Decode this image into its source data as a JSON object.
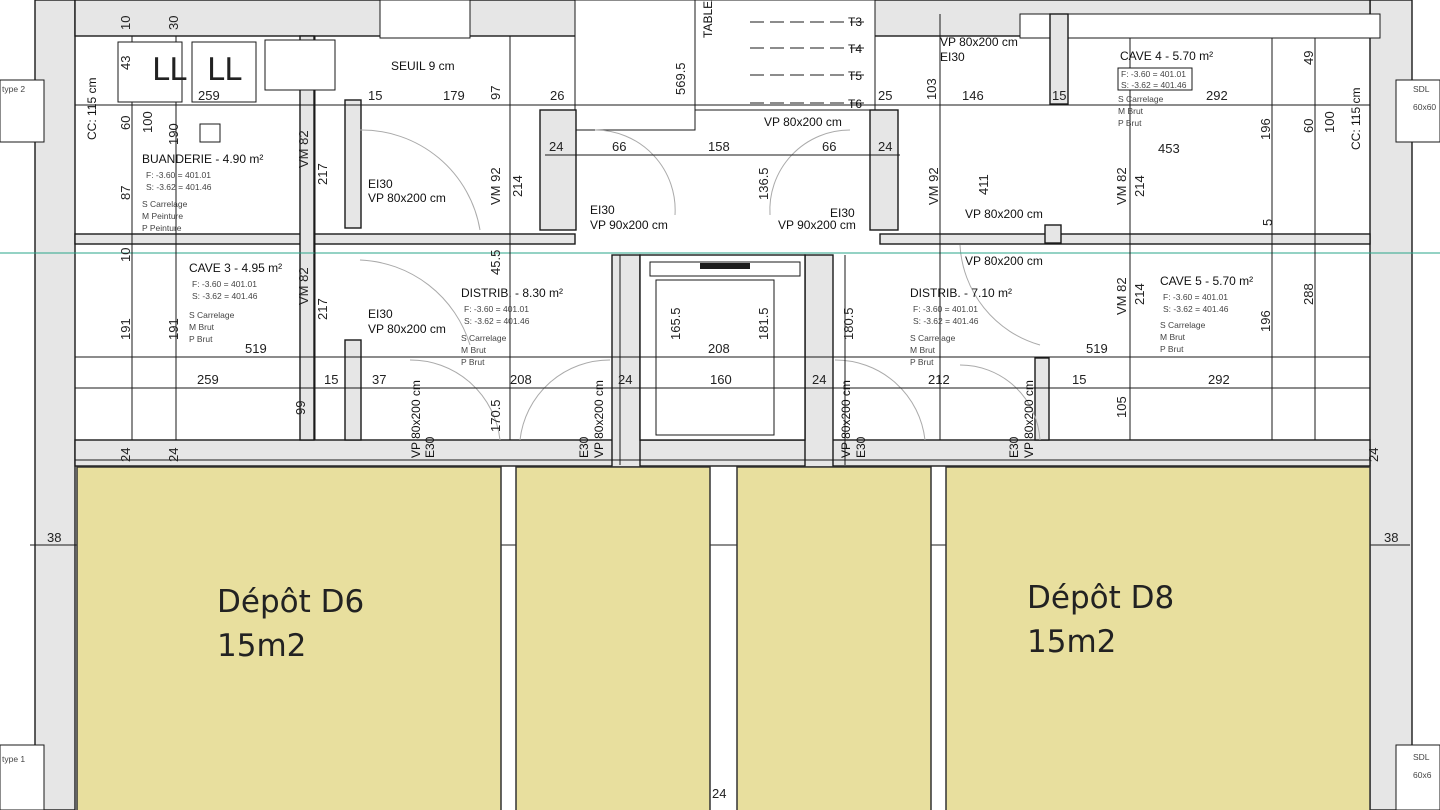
{
  "depots": [
    {
      "name": "Dépôt D6",
      "area": "15m2"
    },
    {
      "name": "Dépôt D8",
      "area": "15m2"
    }
  ],
  "rooms": [
    {
      "title": "BUANDERIE - 4.90 m²",
      "finish": [
        "S Carrelage",
        "M Peinture",
        "P Peinture"
      ]
    },
    {
      "title": "CAVE 3 - 4.95 m²",
      "finish": [
        "S Carrelage",
        "M Brut",
        "P Brut"
      ]
    },
    {
      "title": "DISTRIB. - 8.30 m²",
      "finish": [
        "S Carrelage",
        "M Brut",
        "P Brut"
      ]
    },
    {
      "title": "DISTRIB. - 7.10 m²",
      "finish": [
        "S Carrelage",
        "M Brut",
        "P Brut"
      ]
    },
    {
      "title": "CAVE 4 - 5.70 m²",
      "finish": [
        "S Carrelage",
        "M Brut",
        "P Brut"
      ]
    },
    {
      "title": "CAVE 5 - 5.70 m²",
      "finish": [
        "S Carrelage",
        "M Brut",
        "P Brut"
      ]
    }
  ],
  "doors": {
    "ei30": "EI30",
    "e30": "E30",
    "vp80": "VP 80x200 cm",
    "vp90": "VP 90x200 cm",
    "seuil": "SEUIL 9 cm"
  },
  "level_tags": [
    "F: -3.60 = 401.01",
    "S: -3.62 = 401.46"
  ],
  "stairs": [
    "T3",
    "T4",
    "T5",
    "T6"
  ],
  "misc": {
    "tableau": "TABLEAU ELECT.",
    "cc": "CC: 115 cm",
    "ll": "LL",
    "type2_left": "type 2",
    "type1_left": "type 1",
    "sdl_right_top": "SDL",
    "sdl_right_top_dim": "60x60",
    "sdl_right_bottom": "SDL",
    "sdl_right_bottom_dim": "60x6"
  },
  "dimensions": {
    "h_row_top": [
      "259",
      "15",
      "179",
      "26",
      "24",
      "66",
      "158",
      "66",
      "24",
      "25",
      "146",
      "15",
      "292"
    ],
    "h_row_mid": [
      "519",
      "208",
      "519",
      "453"
    ],
    "h_row_low": [
      "259",
      "15",
      "37",
      "208",
      "24",
      "160",
      "24",
      "212",
      "15",
      "292"
    ],
    "v_col": [
      "10",
      "30",
      "43",
      "60",
      "100",
      "190",
      "87",
      "10",
      "191",
      "191",
      "217",
      "217",
      "99",
      "97",
      "214",
      "45.5",
      "170.5",
      "569.5",
      "136.5",
      "165.5",
      "181.5",
      "180.5",
      "105",
      "196",
      "196",
      "288",
      "49",
      "60",
      "100",
      "214",
      "214",
      "411",
      "103"
    ],
    "vm": [
      "VM 82",
      "VM 92"
    ],
    "misc": [
      "24",
      "38",
      "15",
      "5"
    ]
  }
}
